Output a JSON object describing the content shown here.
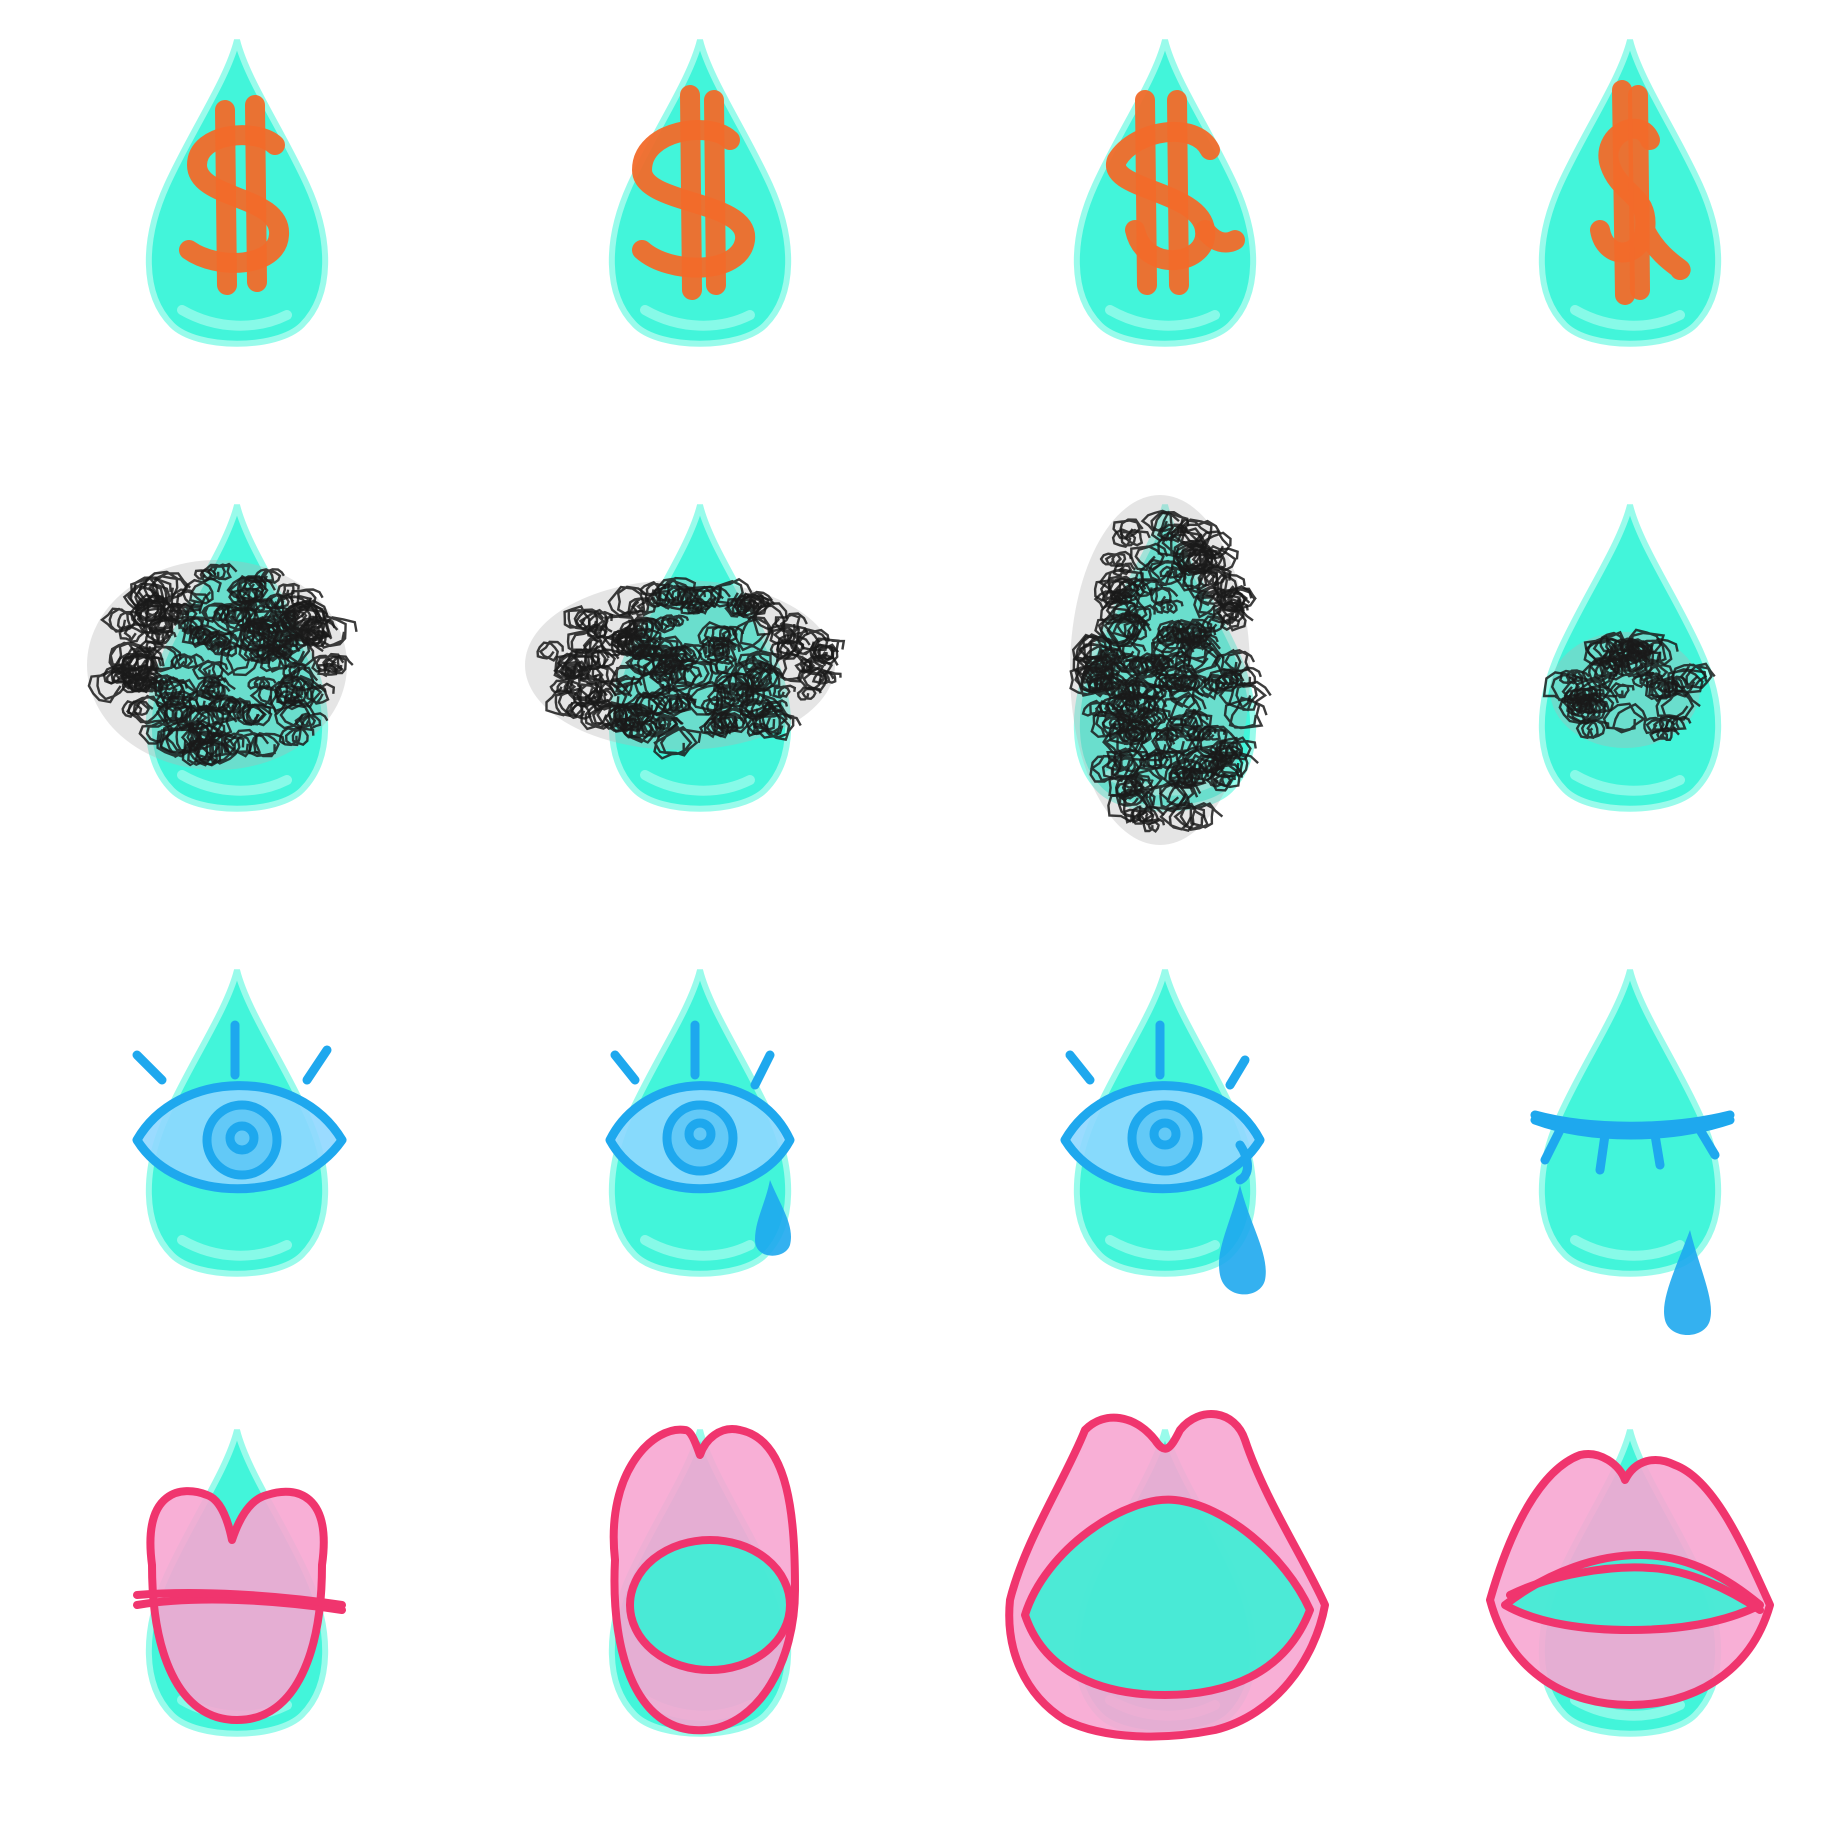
{
  "palette": {
    "drop": "#2ef5d6",
    "drop_light": "#8ffbe9",
    "dollar": "#f26a2a",
    "scribble": "#1a1a1a",
    "scribble_halo": "#b5b5b5",
    "eye": "#1ea8ee",
    "eye_fill": "#8fd7ff",
    "lips": "#f0356e",
    "lips_fill": "#f7a6d2"
  },
  "grid": {
    "rows": [
      {
        "name": "money-row",
        "tiles": [
          {
            "icon": "dollar-drop-icon"
          },
          {
            "icon": "dollar-drop-icon"
          },
          {
            "icon": "dollar-drop-icon"
          },
          {
            "icon": "dollar-drop-icon"
          }
        ]
      },
      {
        "name": "scribble-row",
        "tiles": [
          {
            "icon": "scribble-drop-icon"
          },
          {
            "icon": "scribble-drop-icon"
          },
          {
            "icon": "scribble-drop-icon"
          },
          {
            "icon": "scribble-drop-icon"
          }
        ]
      },
      {
        "name": "eye-row",
        "tiles": [
          {
            "icon": "open-eye-drop-icon"
          },
          {
            "icon": "eye-tear-drop-icon"
          },
          {
            "icon": "eye-tear-drop-icon"
          },
          {
            "icon": "closed-eye-tear-drop-icon"
          }
        ]
      },
      {
        "name": "lips-row",
        "tiles": [
          {
            "icon": "closed-lips-drop-icon"
          },
          {
            "icon": "open-lips-drop-icon"
          },
          {
            "icon": "wide-lips-drop-icon"
          },
          {
            "icon": "parted-lips-drop-icon"
          }
        ]
      }
    ]
  }
}
